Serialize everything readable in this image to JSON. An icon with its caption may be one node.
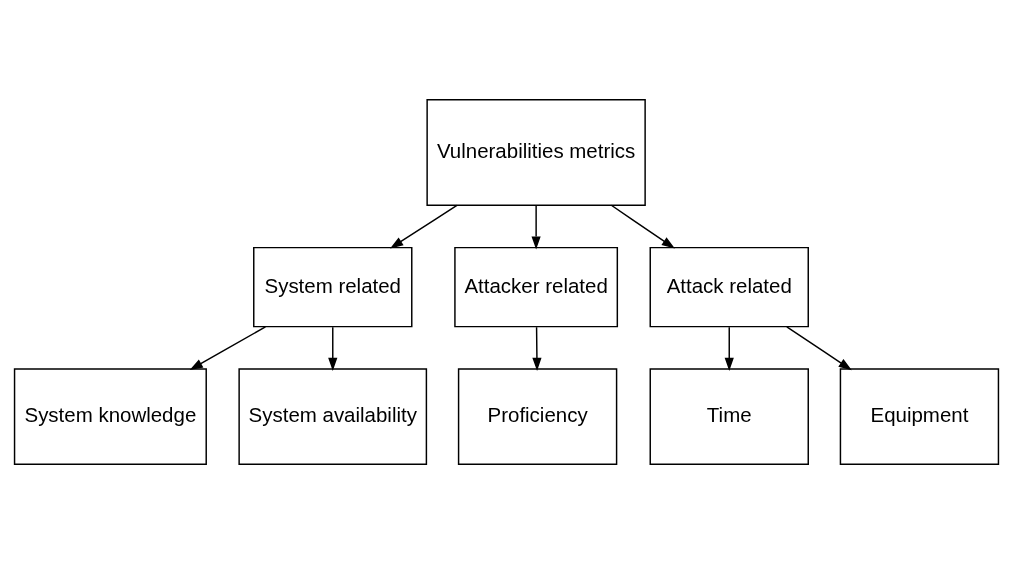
{
  "diagram": {
    "nodes": [
      {
        "text": [
          "Vulnerabilities metrics"
        ]
      },
      {
        "text": [
          "System related"
        ]
      },
      {
        "text": [
          "Attacker related"
        ]
      },
      {
        "text": [
          "Attack related"
        ]
      },
      {
        "text": [
          "System knowledge"
        ]
      },
      {
        "text": [
          "System availability"
        ]
      },
      {
        "text": [
          "Proficiency"
        ]
      },
      {
        "text": [
          "Time"
        ]
      },
      {
        "text": [
          "Equipment"
        ]
      }
    ],
    "edges": [
      {
        "from": 0,
        "to": 1,
        "arrow": "to"
      },
      {
        "from": 0,
        "to": 2,
        "arrow": "to"
      },
      {
        "from": 0,
        "to": 3,
        "arrow": "to"
      },
      {
        "from": 1,
        "to": 4,
        "arrow": "to"
      },
      {
        "from": 1,
        "to": 5,
        "arrow": "to"
      },
      {
        "from": 2,
        "to": 6,
        "arrow": "to"
      },
      {
        "from": 3,
        "to": 8,
        "arrow": "to"
      },
      {
        "from": 3,
        "to": 7,
        "arrow": "to"
      }
    ]
  }
}
